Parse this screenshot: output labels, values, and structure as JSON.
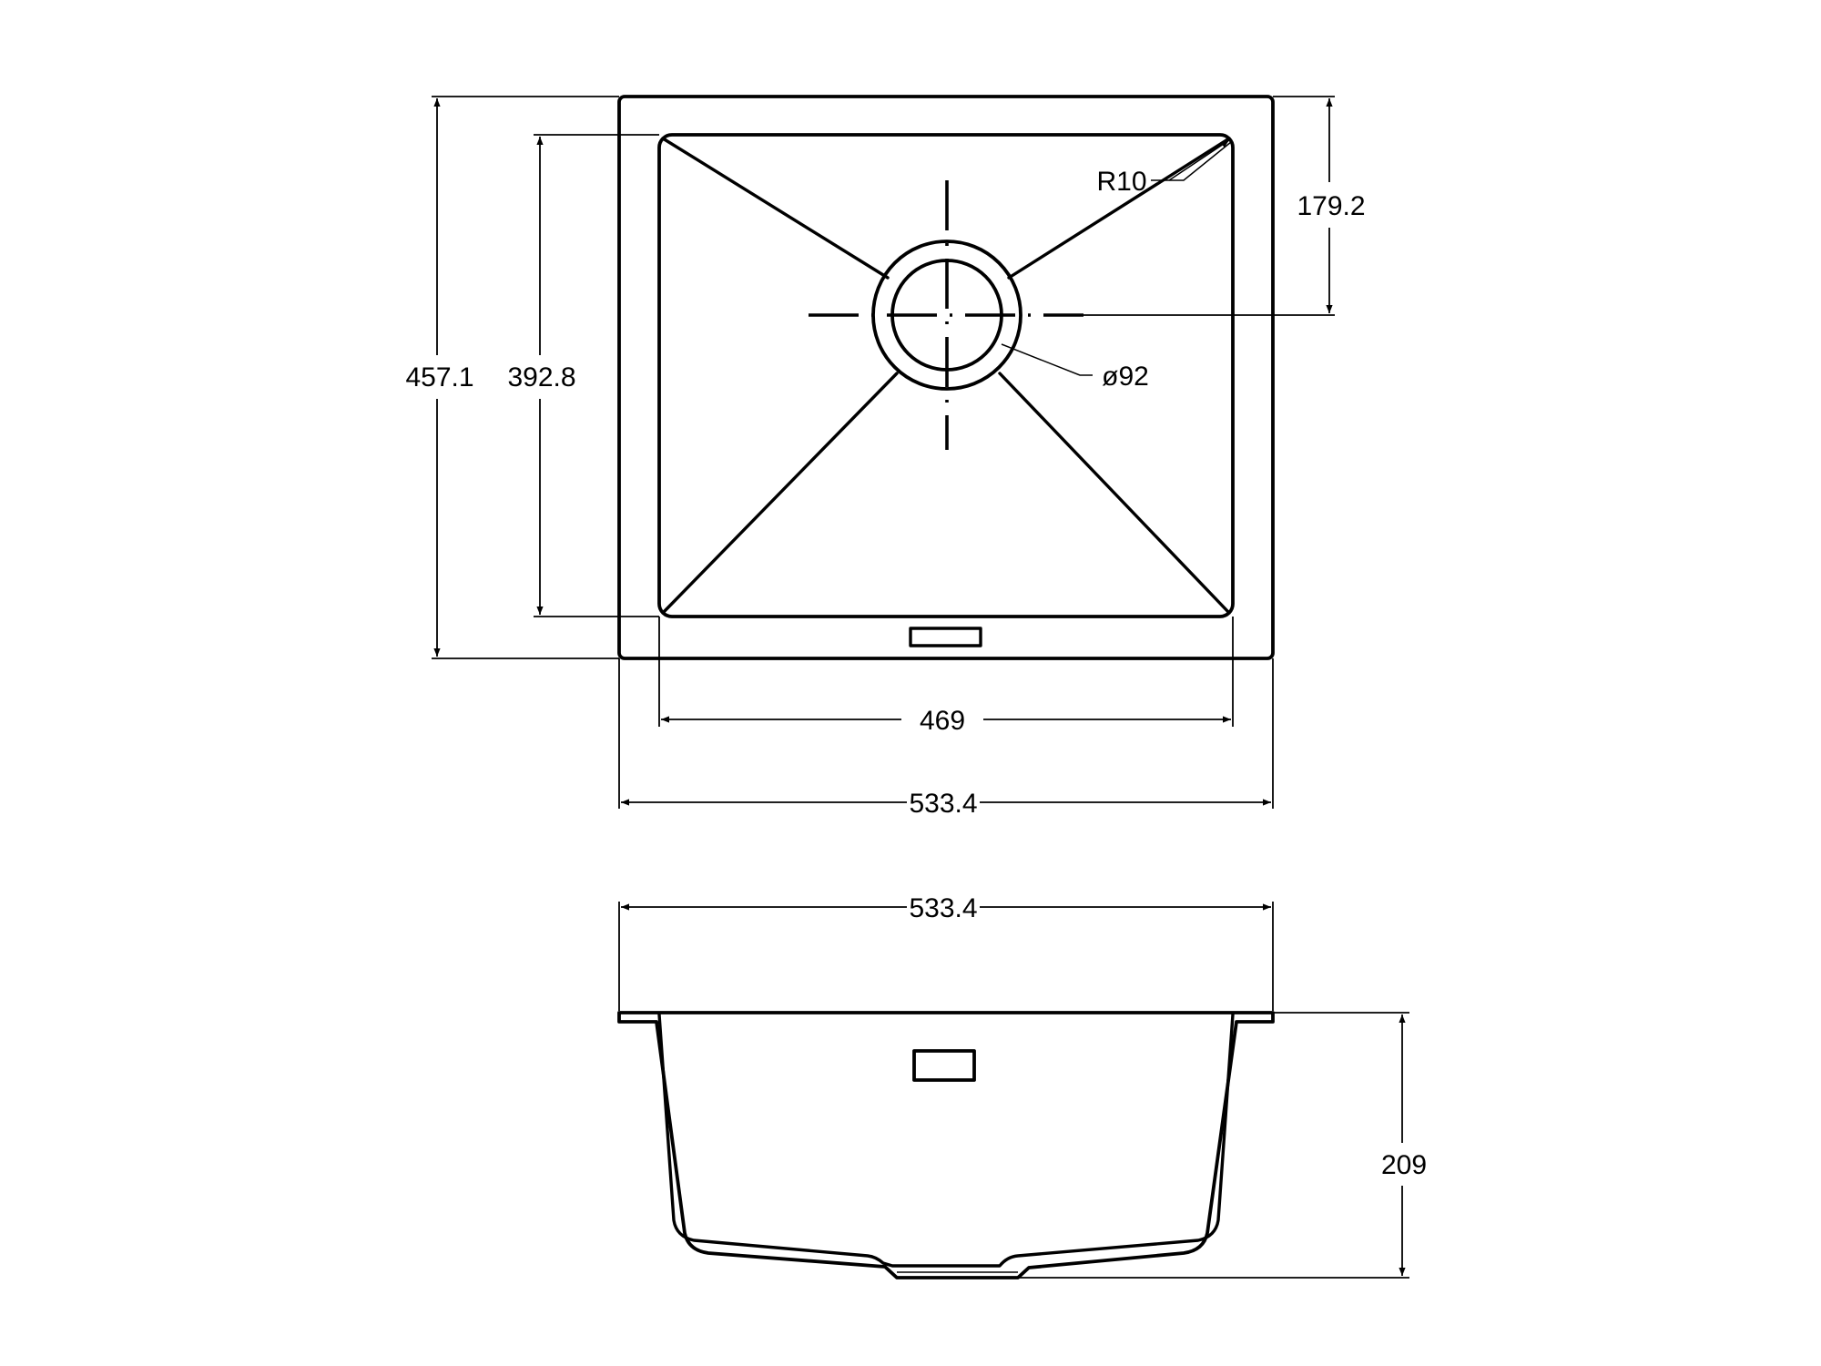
{
  "top_view": {
    "labels": {
      "overall_depth": "457.1",
      "bowl_depth": "392.8",
      "waste_offset": "179.2",
      "corner_radius": "R10",
      "waste_diameter": "ø92",
      "bowl_width": "469",
      "overall_width": "533.4"
    }
  },
  "side_view": {
    "labels": {
      "overall_width": "533.4",
      "bowl_height": "209"
    }
  }
}
